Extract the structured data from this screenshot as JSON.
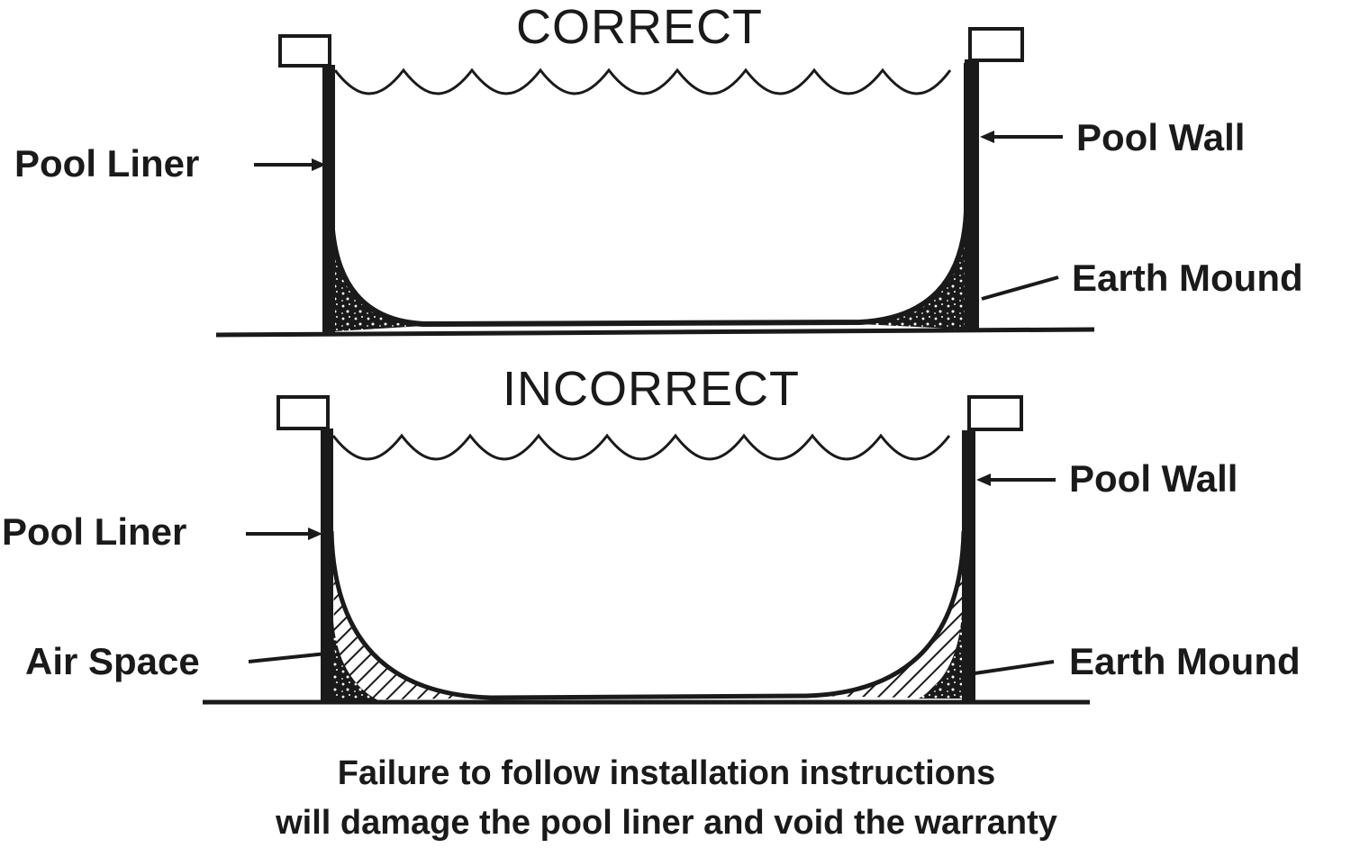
{
  "correct": {
    "heading": "CORRECT",
    "labels": {
      "pool_liner": "Pool Liner",
      "pool_wall": "Pool Wall",
      "earth_mound": "Earth Mound"
    }
  },
  "incorrect": {
    "heading": "INCORRECT",
    "labels": {
      "pool_liner": "Pool Liner",
      "air_space": "Air Space",
      "pool_wall": "Pool Wall",
      "earth_mound": "Earth Mound"
    }
  },
  "caption": {
    "line1": "Failure to follow installation instructions",
    "line2": "will damage the pool liner and void the warranty"
  },
  "colors": {
    "ink": "#1a1a1a",
    "background": "#ffffff"
  }
}
